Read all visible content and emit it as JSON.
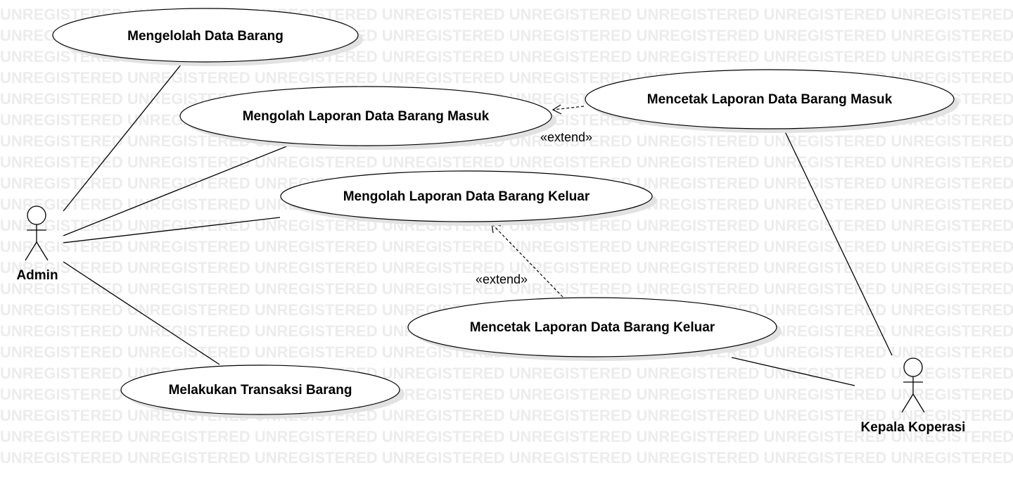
{
  "watermark": "UNREGISTERED",
  "actors": [
    {
      "id": "admin",
      "label": "Admin"
    },
    {
      "id": "kepala",
      "label": "Kepala Koperasi"
    }
  ],
  "usecases": [
    {
      "id": "uc1",
      "label": "Mengelolah Data Barang"
    },
    {
      "id": "uc2",
      "label": "Mengolah Laporan Data Barang Masuk"
    },
    {
      "id": "uc3",
      "label": "Mengolah Laporan Data Barang Keluar"
    },
    {
      "id": "uc4",
      "label": "Melakukan Transaksi Barang"
    },
    {
      "id": "uc5",
      "label": "Mencetak Laporan Data Barang Masuk"
    },
    {
      "id": "uc6",
      "label": "Mencetak Laporan Data Barang Keluar"
    }
  ],
  "associations": [
    {
      "actor": "admin",
      "usecase": "uc1"
    },
    {
      "actor": "admin",
      "usecase": "uc2"
    },
    {
      "actor": "admin",
      "usecase": "uc3"
    },
    {
      "actor": "admin",
      "usecase": "uc4"
    },
    {
      "actor": "kepala",
      "usecase": "uc5"
    },
    {
      "actor": "kepala",
      "usecase": "uc6"
    }
  ],
  "extends": [
    {
      "from": "uc5",
      "to": "uc2",
      "stereotype": "«extend»"
    },
    {
      "from": "uc6",
      "to": "uc3",
      "stereotype": "«extend»"
    }
  ],
  "colors": {
    "line": "#000000",
    "background": "#ffffff",
    "shadow": "#e2e2e2",
    "watermark": "#ececec"
  }
}
